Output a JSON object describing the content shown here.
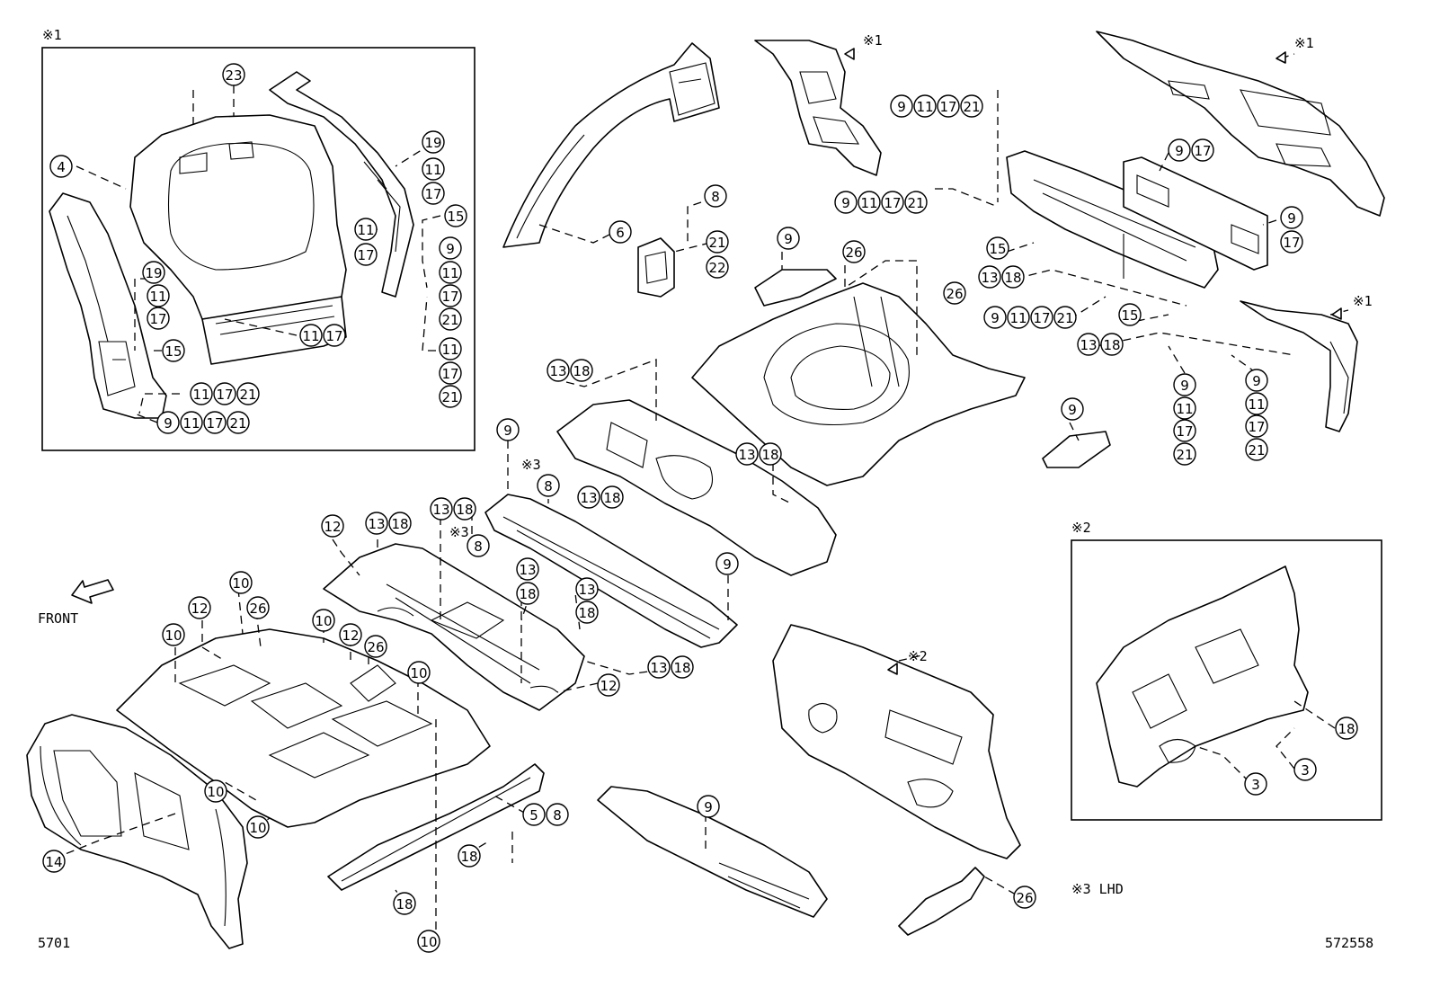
{
  "labels": {
    "inset1_mark": "※1",
    "inset2_mark": "※2",
    "ref1a": "※1",
    "ref1b": "※1",
    "ref1c": "※1",
    "ref2": "※2",
    "ref3a": "※3",
    "ref3b": "※3",
    "lhd_note": "※3 LHD",
    "front": "FRONT",
    "code_left": "5701",
    "code_right": "572558"
  },
  "callouts": [
    {
      "id": "c23",
      "text": "23"
    },
    {
      "id": "c4",
      "text": "4"
    },
    {
      "id": "c19a",
      "text": "19"
    },
    {
      "id": "c11a",
      "text": "11"
    },
    {
      "id": "c17a",
      "text": "17"
    },
    {
      "id": "c15a",
      "text": "15"
    },
    {
      "id": "c11b",
      "text": "11"
    },
    {
      "id": "c17b",
      "text": "17"
    },
    {
      "id": "c9a",
      "text": "9"
    },
    {
      "id": "c11c",
      "text": "11"
    },
    {
      "id": "c17c",
      "text": "17"
    },
    {
      "id": "c21a",
      "text": "21"
    },
    {
      "id": "c19b",
      "text": "19"
    },
    {
      "id": "c11d",
      "text": "11"
    },
    {
      "id": "c17d",
      "text": "17"
    },
    {
      "id": "c15b",
      "text": "15"
    },
    {
      "id": "c11e",
      "text": "11"
    },
    {
      "id": "c17e",
      "text": "17"
    },
    {
      "id": "c11f",
      "text": "11"
    },
    {
      "id": "c17f",
      "text": "17"
    },
    {
      "id": "c21b",
      "text": "21"
    },
    {
      "id": "c11g",
      "text": "11"
    },
    {
      "id": "c17g",
      "text": "17"
    },
    {
      "id": "c21c",
      "text": "21"
    },
    {
      "id": "c9b",
      "text": "9"
    },
    {
      "id": "c11h",
      "text": "11"
    },
    {
      "id": "c17h",
      "text": "17"
    },
    {
      "id": "c21d",
      "text": "21"
    },
    {
      "id": "c6",
      "text": "6"
    },
    {
      "id": "c8a",
      "text": "8"
    },
    {
      "id": "c21e",
      "text": "21"
    },
    {
      "id": "c22",
      "text": "22"
    },
    {
      "id": "c9c",
      "text": "9"
    },
    {
      "id": "c26a",
      "text": "26"
    },
    {
      "id": "c9d",
      "text": "9"
    },
    {
      "id": "c11i",
      "text": "11"
    },
    {
      "id": "c17i",
      "text": "17"
    },
    {
      "id": "c21f",
      "text": "21"
    },
    {
      "id": "c9e",
      "text": "9"
    },
    {
      "id": "c11j",
      "text": "11"
    },
    {
      "id": "c17j",
      "text": "17"
    },
    {
      "id": "c21g",
      "text": "21"
    },
    {
      "id": "c9f",
      "text": "9"
    },
    {
      "id": "c17k",
      "text": "17"
    },
    {
      "id": "c9g",
      "text": "9"
    },
    {
      "id": "c17l",
      "text": "17"
    },
    {
      "id": "c15c",
      "text": "15"
    },
    {
      "id": "c13a",
      "text": "13"
    },
    {
      "id": "c18a",
      "text": "18"
    },
    {
      "id": "c26b",
      "text": "26"
    },
    {
      "id": "c9h",
      "text": "9"
    },
    {
      "id": "c11k",
      "text": "11"
    },
    {
      "id": "c17m",
      "text": "17"
    },
    {
      "id": "c21h",
      "text": "21"
    },
    {
      "id": "c15d",
      "text": "15"
    },
    {
      "id": "c13b",
      "text": "13"
    },
    {
      "id": "c18b",
      "text": "18"
    },
    {
      "id": "c9i",
      "text": "9"
    },
    {
      "id": "c11l",
      "text": "11"
    },
    {
      "id": "c17n",
      "text": "17"
    },
    {
      "id": "c21i",
      "text": "21"
    },
    {
      "id": "c9j",
      "text": "9"
    },
    {
      "id": "c11m",
      "text": "11"
    },
    {
      "id": "c17o",
      "text": "17"
    },
    {
      "id": "c21j",
      "text": "21"
    },
    {
      "id": "c9k",
      "text": "9"
    },
    {
      "id": "c13c",
      "text": "13"
    },
    {
      "id": "c18c",
      "text": "18"
    },
    {
      "id": "c9l",
      "text": "9"
    },
    {
      "id": "c8b",
      "text": "8"
    },
    {
      "id": "c13d",
      "text": "13"
    },
    {
      "id": "c18d",
      "text": "18"
    },
    {
      "id": "c13e",
      "text": "13"
    },
    {
      "id": "c18e",
      "text": "18"
    },
    {
      "id": "c8c",
      "text": "8"
    },
    {
      "id": "c13f",
      "text": "13"
    },
    {
      "id": "c18f",
      "text": "18"
    },
    {
      "id": "c12a",
      "text": "12"
    },
    {
      "id": "c13g",
      "text": "13"
    },
    {
      "id": "c18g",
      "text": "18"
    },
    {
      "id": "c13h",
      "text": "13"
    },
    {
      "id": "c18h",
      "text": "18"
    },
    {
      "id": "c9m",
      "text": "9"
    },
    {
      "id": "c13i",
      "text": "13"
    },
    {
      "id": "c18i",
      "text": "18"
    },
    {
      "id": "c13j",
      "text": "13"
    },
    {
      "id": "c18j",
      "text": "18"
    },
    {
      "id": "c10a",
      "text": "10"
    },
    {
      "id": "c12b",
      "text": "12"
    },
    {
      "id": "c26c",
      "text": "26"
    },
    {
      "id": "c10b",
      "text": "10"
    },
    {
      "id": "c10c",
      "text": "10"
    },
    {
      "id": "c12c",
      "text": "12"
    },
    {
      "id": "c26d",
      "text": "26"
    },
    {
      "id": "c10d",
      "text": "10"
    },
    {
      "id": "c12d",
      "text": "12"
    },
    {
      "id": "c10e",
      "text": "10"
    },
    {
      "id": "c10f",
      "text": "10"
    },
    {
      "id": "c14",
      "text": "14"
    },
    {
      "id": "c5",
      "text": "5"
    },
    {
      "id": "c8d",
      "text": "8"
    },
    {
      "id": "c18k",
      "text": "18"
    },
    {
      "id": "c18l",
      "text": "18"
    },
    {
      "id": "c10g",
      "text": "10"
    },
    {
      "id": "c9n",
      "text": "9"
    },
    {
      "id": "c26e",
      "text": "26"
    },
    {
      "id": "c18m",
      "text": "18"
    },
    {
      "id": "c3a",
      "text": "3"
    },
    {
      "id": "c3b",
      "text": "3"
    }
  ]
}
